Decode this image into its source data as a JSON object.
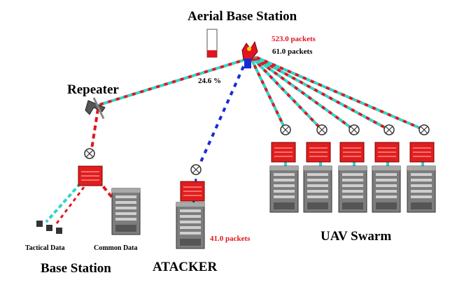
{
  "title": "Aerial Base Station",
  "labels": {
    "repeater": "Repeater",
    "base_station": "Base Station",
    "tactical_data": "Tactical Data",
    "common_data": "Common Data",
    "attacker": "ATACKER",
    "uav_swarm": "UAV Swarm"
  },
  "stats": {
    "packets_red": "523.0 packets",
    "packets_black": "61.0 packets",
    "percent": "24.6 %",
    "attacker_packets": "41.0 packets"
  },
  "buffer_fill": 0.25,
  "colors": {
    "red_link": "#e0151f",
    "cyan_link": "#32d4c8",
    "blue_link": "#1a2bd8",
    "router": "#e01e1e",
    "server": "#8a8a8a"
  }
}
